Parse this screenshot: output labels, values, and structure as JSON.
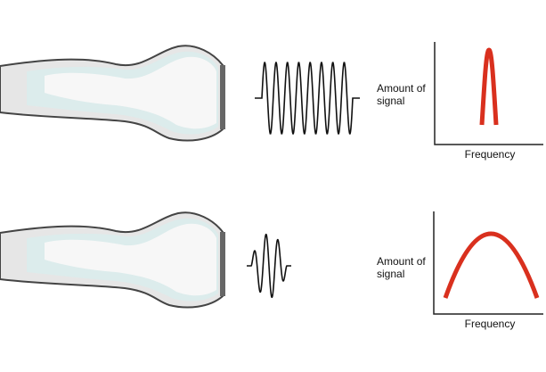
{
  "panels": [
    {
      "name": "narrow-band",
      "ylabel_line1": "Amount of",
      "ylabel_line2": "signal",
      "xlabel": "Frequency",
      "wave_cycles": 8,
      "bandwidth": "narrow"
    },
    {
      "name": "broad-band",
      "ylabel_line1": "Amount of",
      "ylabel_line2": "signal",
      "xlabel": "Frequency",
      "wave_cycles": 3,
      "bandwidth": "broad"
    }
  ],
  "colors": {
    "curve": "#d9301e",
    "outline": "#444444",
    "face": "#666666"
  }
}
